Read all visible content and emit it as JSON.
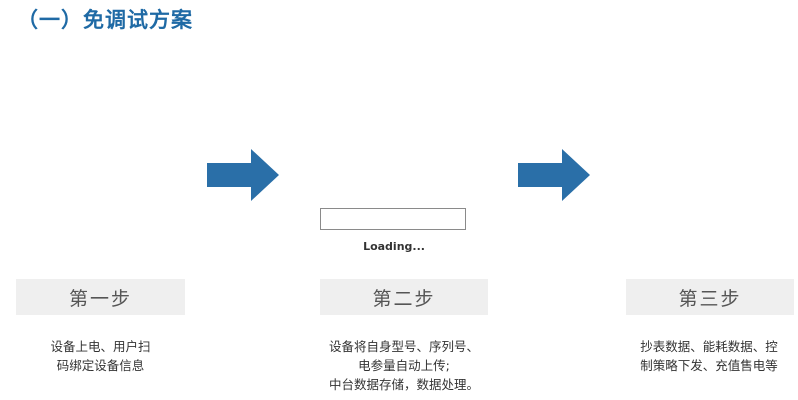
{
  "title": "（一）免调试方案",
  "colors": {
    "accent": "#1f6aa5",
    "arrow": "#2a6fa8",
    "step_box_bg": "#efefef",
    "step_label": "#555555",
    "text": "#333333"
  },
  "steps": [
    {
      "label": "第一步",
      "desc": [
        "设备上电、用户扫",
        "码绑定设备信息"
      ]
    },
    {
      "label": "第二步",
      "desc": [
        "设备将自身型号、序列号、",
        "电参量自动上传;",
        "中台数据存储，数据处理。"
      ]
    },
    {
      "label": "第三步",
      "desc": [
        "抄表数据、能耗数据、控",
        "制策略下发、充值售电等"
      ]
    }
  ],
  "arrows": [
    "arrow-right-icon",
    "arrow-right-icon"
  ],
  "loader": {
    "text": "Loading..."
  }
}
